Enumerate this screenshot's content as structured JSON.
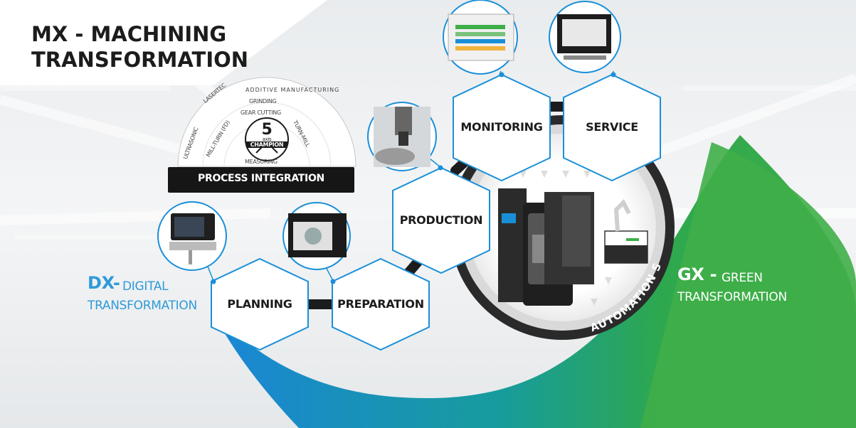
{
  "title": {
    "line1": "MX - MACHINING",
    "line2": "TRANSFORMATION"
  },
  "dx": {
    "prefix": "DX-",
    "line1": "DIGITAL",
    "line2": "TRANSFORMATION",
    "color": "#2f9ad8"
  },
  "gx": {
    "prefix": "GX -",
    "line1": "GREEN",
    "line2": "TRANSFORMATION",
    "color": "#ffffff"
  },
  "process_integration": {
    "label": "PROCESS INTEGRATION",
    "badge_number": "5",
    "badge_sub": "axis",
    "badge_label": "CHAMPION",
    "ring_items": [
      "ADDITIVE MANUFACTURING",
      "LASERTEC",
      "ULTRASONIC",
      "GRINDING",
      "GEAR CUTTING",
      "MILL-TURN (FD)",
      "TURN-MILL",
      "MEASURING"
    ]
  },
  "automation_label": "AUTOMATION SOLUTIONS",
  "steps": [
    "PLANNING",
    "PREPARATION",
    "PRODUCTION",
    "MONITORING",
    "SERVICE"
  ],
  "colors": {
    "blue": "#1a8fd8",
    "green": "#3fae49",
    "teal": "#1a9aa0",
    "dark": "#1c1c1c"
  },
  "icons": [
    "control-panel-image",
    "cam-software-image",
    "milling-tool-image",
    "monitoring-dashboard-image",
    "service-monitors-image",
    "machine-tool-image",
    "automation-robot-image"
  ]
}
